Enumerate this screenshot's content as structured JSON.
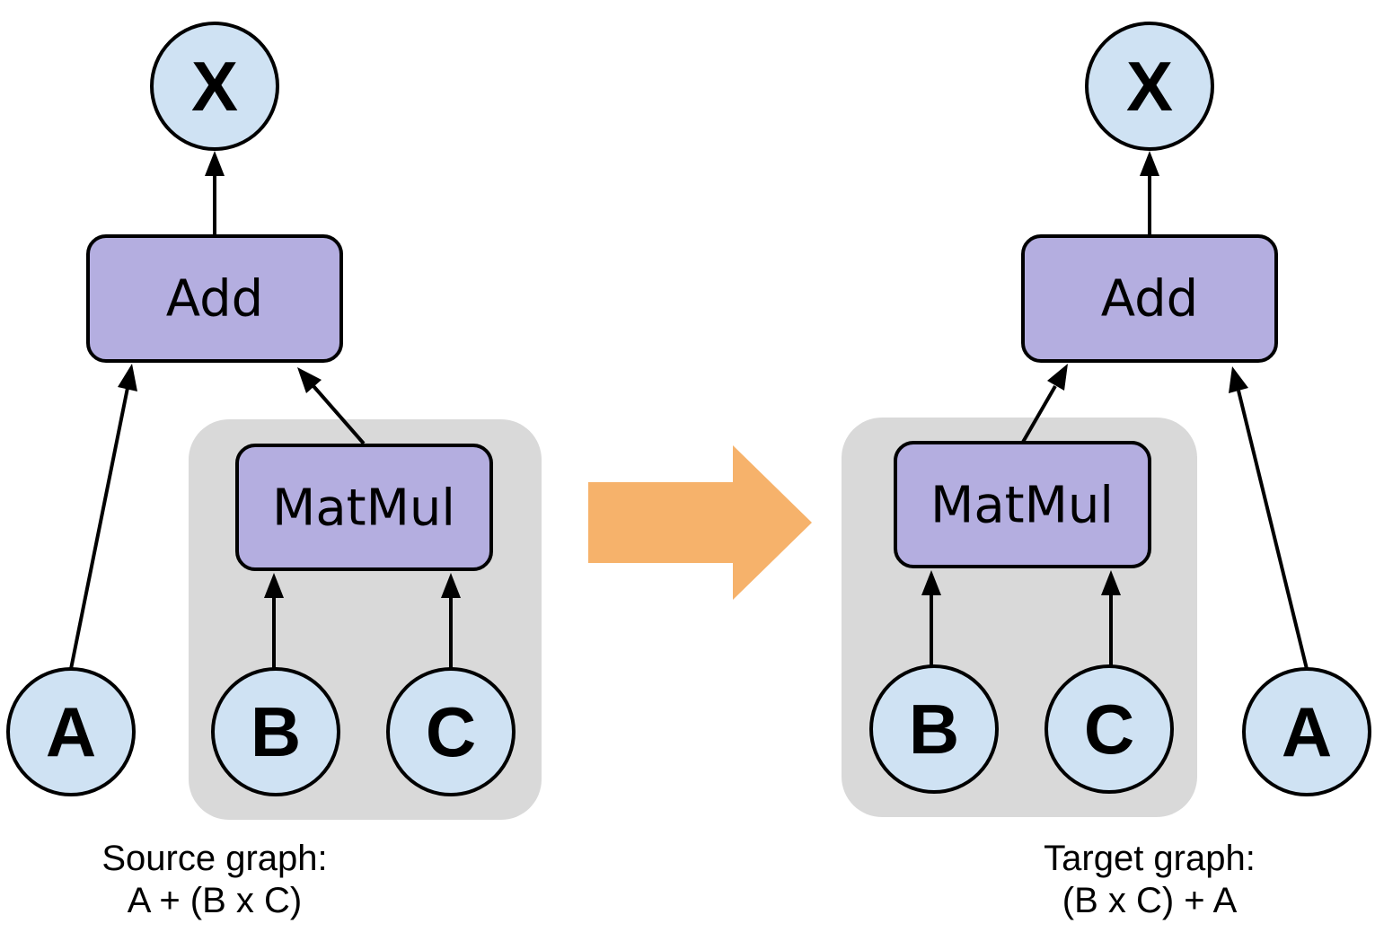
{
  "source": {
    "output_node": "X",
    "add_label": "Add",
    "matmul_label": "MatMul",
    "inputs": [
      "A",
      "B",
      "C"
    ],
    "caption_line1": "Source graph:",
    "caption_line2": "A + (B x C)"
  },
  "target": {
    "output_node": "X",
    "add_label": "Add",
    "matmul_label": "MatMul",
    "inputs": [
      "B",
      "C",
      "A"
    ],
    "caption_line1": "Target graph:",
    "caption_line2": "(B x C) + A"
  },
  "colors": {
    "node_fill": "#cfe2f3",
    "op_fill": "#b4aee0",
    "group_fill": "#d9d9d9",
    "transform_arrow": "#f6b26b"
  }
}
